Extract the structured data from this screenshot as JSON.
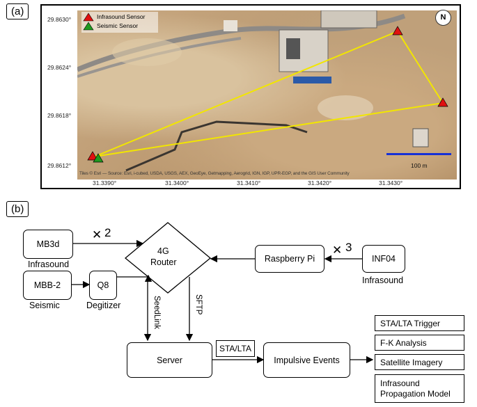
{
  "panel_a": {
    "label": "(a)",
    "legend": {
      "infrasound": "Infrasound Sensor",
      "seismic": "Seismic Sensor"
    },
    "y_ticks": [
      "29.8630°",
      "29.8624°",
      "29.8618°",
      "29.8612°"
    ],
    "x_ticks": [
      "31.3390°",
      "31.3400°",
      "31.3410°",
      "31.3420°",
      "31.3430°"
    ],
    "north_label": "N",
    "scale_label": "100 m",
    "credits": "Tiles © Esri — Source: Esri, i-cubed, USDA, USGS, AEX, GeoEye, Getmapping, Aerogrid, IGN, IGP, UPR-EGP, and the GIS User Community",
    "colors": {
      "infrasound": "#e01010",
      "seismic": "#1f9a1f",
      "link": "#f2e600",
      "scale": "#1530d8"
    }
  },
  "panel_b": {
    "label": "(b)",
    "mb3d": "MB3d",
    "mb3d_caption": "Infrasound",
    "mbb2": "MBB-2",
    "mbb2_caption": "Seismic",
    "q8": "Q8",
    "q8_caption": "Degitizer",
    "router_line1": "4G",
    "router_line2": "Router",
    "raspberry": "Raspberry Pi",
    "inf04": "INF04",
    "inf04_caption": "Infrasound",
    "times_symbol": "✕",
    "mult_left": "2",
    "mult_right": "3",
    "seedlink": "SeedLink",
    "sftp": "SFTP",
    "server": "Server",
    "stalta": "STA/LTA",
    "impulsive": "Impulsive Events",
    "outputs": [
      "STA/LTA Trigger",
      "F-K Analysis",
      "Satellite Imagery",
      "Infrasound Propagation Model"
    ]
  }
}
